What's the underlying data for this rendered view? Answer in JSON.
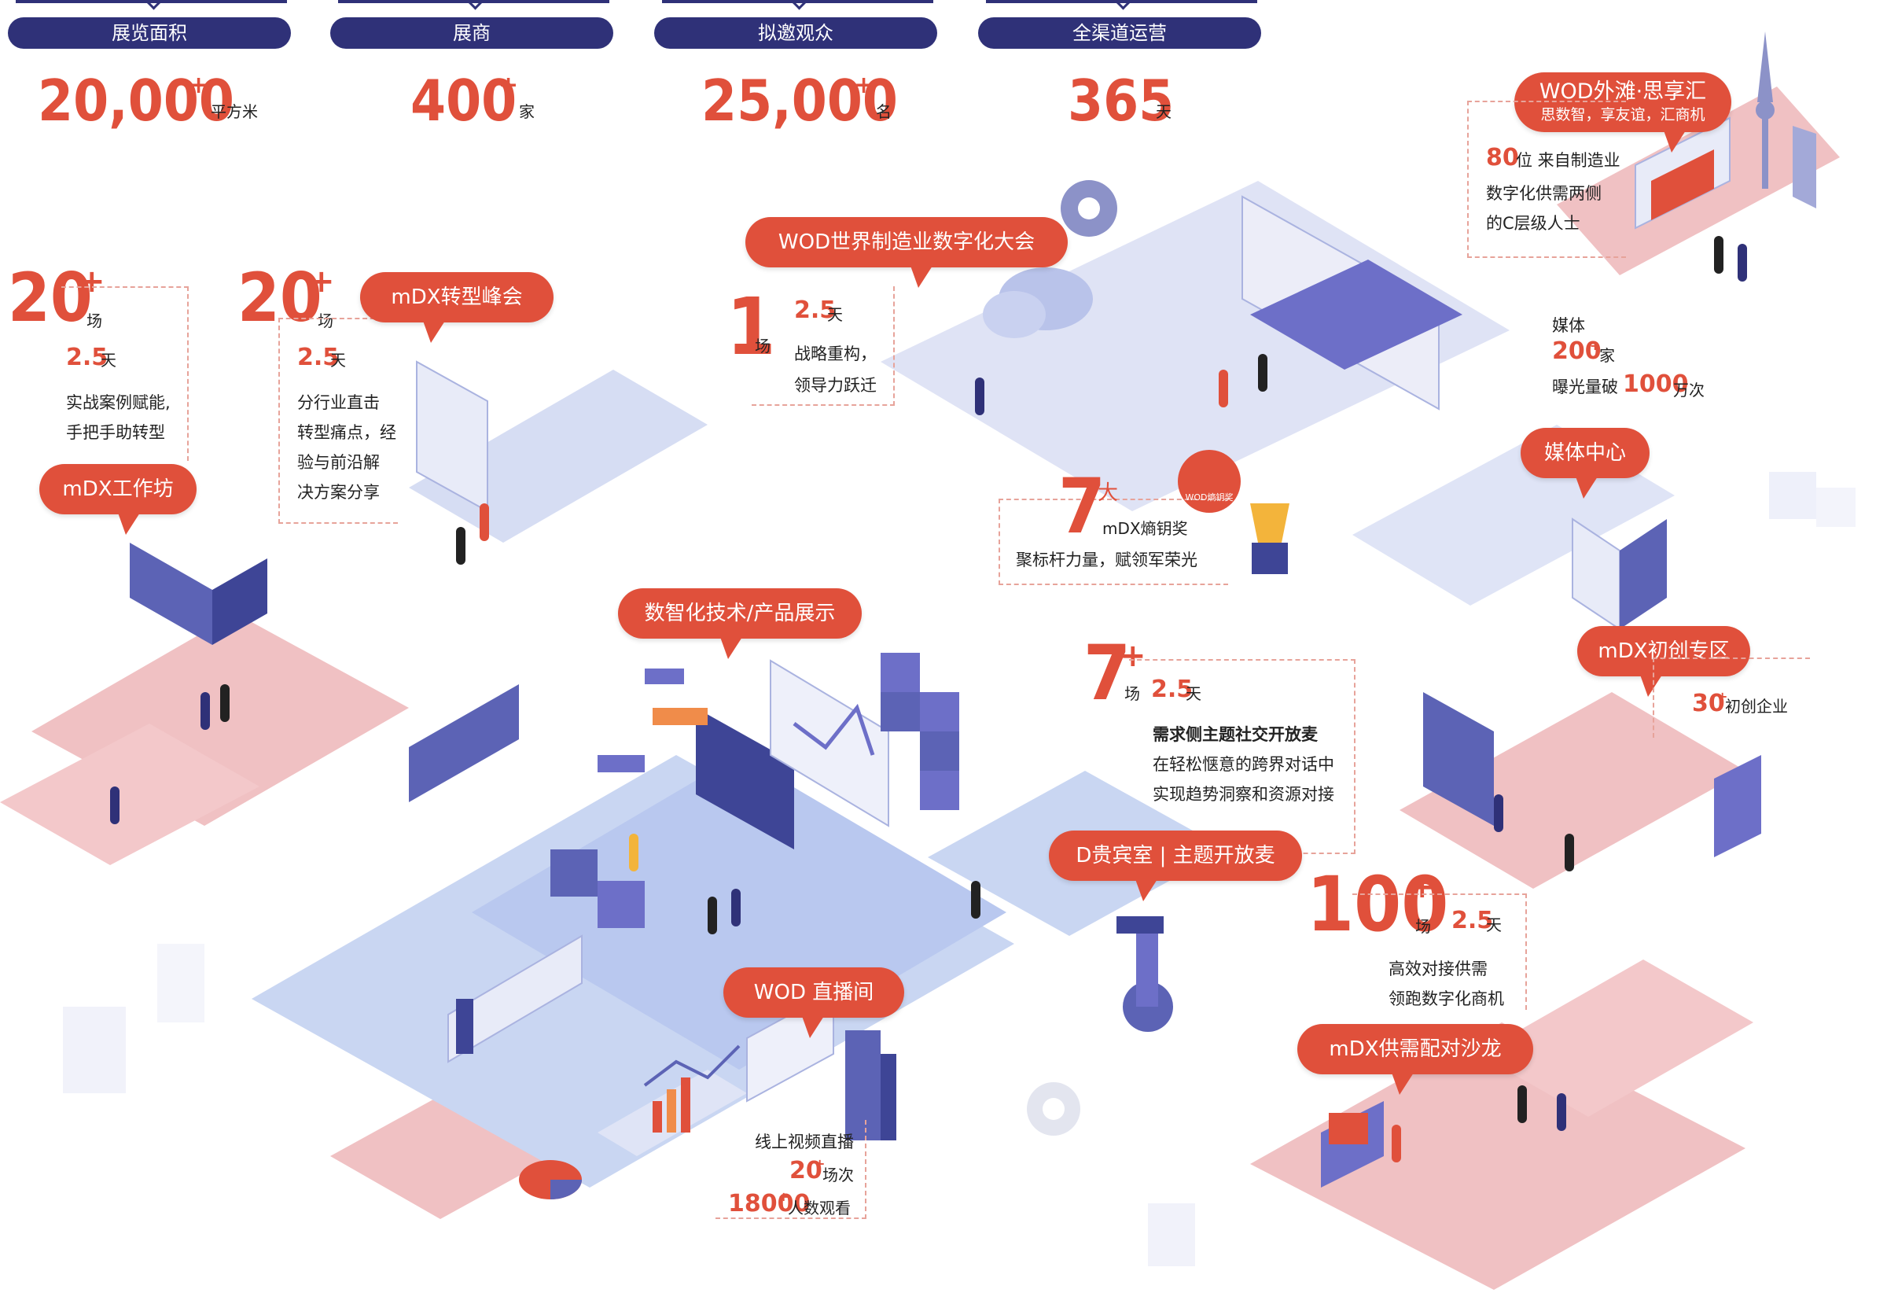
{
  "stats": [
    {
      "label": "展览面积",
      "value": "20,000",
      "sup": "+",
      "unit": "平方米"
    },
    {
      "label": "展商",
      "value": "400",
      "sup": "+",
      "unit": "家"
    },
    {
      "label": "拟邀观众",
      "value": "25,000",
      "sup": "+",
      "unit": "名"
    },
    {
      "label": "全渠道运营",
      "value": "365",
      "sup": "",
      "unit": "天"
    }
  ],
  "workshop": {
    "count": "20",
    "sup": "+",
    "unit": "场",
    "days": "2.5",
    "days_unit": "天",
    "line1": "实战案例赋能,",
    "line2": "手把手助转型",
    "bubble": "mDX工作坊"
  },
  "summit": {
    "count": "20",
    "sup": "+",
    "unit": "场",
    "days": "2.5",
    "days_unit": "天",
    "line1": "分行业直击",
    "line2": "转型痛点，经",
    "line3": "验与前沿解",
    "line4": "决方案分享",
    "bubble": "mDX转型峰会"
  },
  "conference": {
    "bubble": "WOD世界制造业数字化大会",
    "count": "1",
    "unit": "场",
    "days": "2.5",
    "days_unit": "天",
    "line1": "战略重构，",
    "line2": "领导力跃迁"
  },
  "bund": {
    "bubble_title": "WOD外滩·思享汇",
    "bubble_sub": "思数智，享友谊，汇商机",
    "num": "80",
    "line1": "位 来自制造业",
    "line2": "数字化供需两侧",
    "line3": "的C层级人士"
  },
  "media": {
    "label": "媒体",
    "count": "200",
    "sup": "+",
    "unit": "家",
    "exp_prefix": "曝光量破",
    "exp_num": "1000",
    "exp_unit": "万次",
    "bubble": "媒体中心"
  },
  "award": {
    "count": "7",
    "suffix": "大",
    "name": "mDX熵钥奖",
    "desc": "聚标杆力量，赋领军荣光",
    "badge": "WOD熵钥奖"
  },
  "tech": {
    "bubble": "数智化技术/产品展示"
  },
  "demand": {
    "count": "7",
    "sup": "+",
    "unit": "场",
    "days": "2.5",
    "days_unit": "天",
    "title": "需求侧主题社交开放麦",
    "line1": "在轻松惬意的跨界对话中",
    "line2": "实现趋势洞察和资源对接"
  },
  "vip": {
    "bubble": "D贵宾室 | 主题开放麦"
  },
  "startup": {
    "bubble": "mDX初创专区",
    "num": "30",
    "sup": "+",
    "unit": "初创企业"
  },
  "matching": {
    "count": "100",
    "sup": "+",
    "unit": "场",
    "days": "2.5",
    "days_unit": "天",
    "line1": "高效对接供需",
    "line2": "领跑数字化商机",
    "bubble": "mDX供需配对沙龙"
  },
  "live": {
    "bubble": "WOD 直播间",
    "line1": "线上视频直播",
    "num1": "20",
    "sup1": "+",
    "unit1": "场次",
    "num2": "18000",
    "sup2": "+",
    "unit2": "人数观看"
  }
}
